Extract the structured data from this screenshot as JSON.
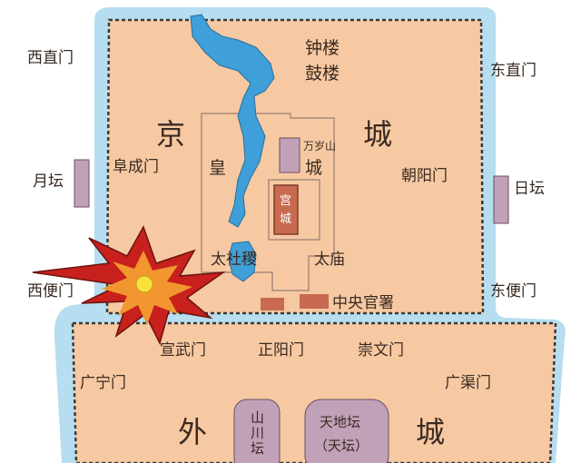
{
  "labels": {
    "xizhimen": "西直门",
    "dongzhimen": "东直门",
    "zhonglou": "钟楼",
    "gulou": "鼓楼",
    "jing": "京",
    "cheng_inner": "城",
    "huang": "皇",
    "huang_cheng": "城",
    "wansuishan": "万岁山",
    "gong": "宫",
    "gong_cheng": "城",
    "fuchengmen": "阜成门",
    "chaoyangmen": "朝阳门",
    "yuetan": "月坛",
    "ritan": "日坛",
    "taisheji": "太社稷",
    "taimiao": "太庙",
    "xibianmen": "西便门",
    "dongbianmen": "东便门",
    "zhongyangguanshu": "中央官署",
    "xuanwumen": "宣武门",
    "zhengyangmen": "正阳门",
    "chongwenmen": "崇文门",
    "guangningmen": "广宁门",
    "guangqumen": "广渠门",
    "wai": "外",
    "cheng_outer": "城",
    "shanchuantan": "山川坛",
    "tiandi": "天地坛",
    "tiantan": "（天坛）"
  },
  "colors": {
    "city_fill": "#f7c9a2",
    "moat": "#b6def0",
    "wall": "#3a3a3a",
    "lake": "#3f9fd8",
    "altar": "#c1a1b8",
    "palace": "#c86a4f",
    "explosion_outer": "#c8201c",
    "explosion_inner": "#f2962f",
    "explosion_core": "#f6e23a"
  }
}
